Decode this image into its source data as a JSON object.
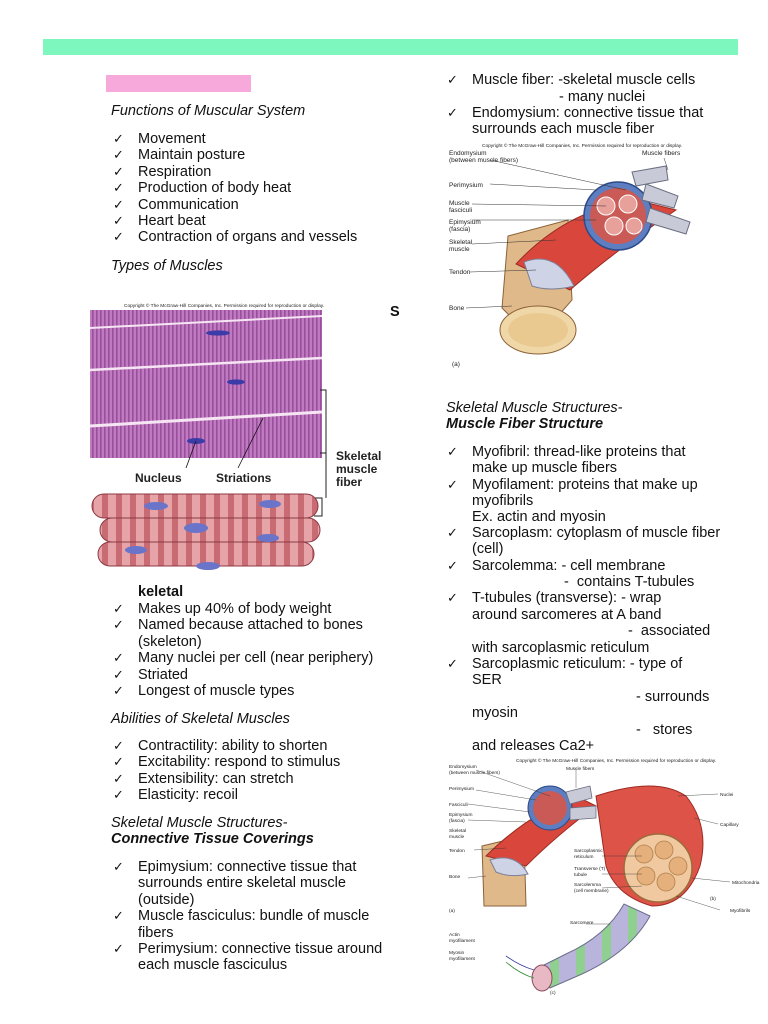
{
  "header": {
    "bar_color": "#7ef7bf",
    "highlight_color": "#f7a9dc"
  },
  "left": {
    "functions_title": "Functions of Muscular System",
    "functions": [
      "Movement",
      "Maintain posture",
      "Respiration",
      "Production of body heat",
      "Communication",
      "Heart beat",
      "Contraction of organs and vessels"
    ],
    "types_title": "Types of Muscles",
    "s_letter": "S",
    "micrograph": {
      "copyright": "Copyright © The McGraw-Hill Companies, Inc. Permission required for reproduction or display.",
      "nucleus": "Nucleus",
      "striations": "Striations",
      "fiber_label_1": "Skeletal",
      "fiber_label_2": "muscle",
      "fiber_label_3": "fiber"
    },
    "skeletal_title": "keletal",
    "skeletal_items": [
      "Makes up 40% of body weight",
      "Named because attached to bones (skeleton)",
      "Many nuclei per cell (near periphery)",
      "Striated",
      "Longest of muscle types"
    ],
    "abilities_title": "Abilities of Skeletal Muscles",
    "abilities": [
      "Contractility: ability to shorten",
      "Excitability: respond to stimulus",
      "Extensibility: can stretch",
      "Elasticity: recoil"
    ],
    "structures_title": "Skeletal Muscle Structures-",
    "connective_title": "Connective Tissue Coverings",
    "connective": [
      "Epimysium: connective tissue that surrounds entire skeletal muscle (outside)",
      "Muscle fasciculus: bundle of muscle fibers",
      "Perimysium: connective tissue around each muscle fasciculus"
    ]
  },
  "right": {
    "muscle_fiber_1": "Muscle fiber: -skeletal muscle cells",
    "muscle_fiber_2": "- many nuclei",
    "endomysium": "Endomysium: connective tissue that surrounds each muscle fiber",
    "fig1": {
      "copyright": "Copyright © The McGraw-Hill Companies, Inc. Permission required for reproduction or display.",
      "endomysium_1": "Endomysium",
      "endomysium_2": "(between muscle fibers)",
      "muscle_fibers": "Muscle fibers",
      "perimysium": "Perimysium",
      "fasciculi_1": "Muscle",
      "fasciculi_2": "fasciculi",
      "epimysium_1": "Epimysium",
      "epimysium_2": "(fascia)",
      "skeletal_1": "Skeletal",
      "skeletal_2": "muscle",
      "tendon": "Tendon",
      "bone": "Bone",
      "panel": "(a)"
    },
    "fiber_title_1": "Skeletal Muscle Structures-",
    "fiber_title_2": "Muscle Fiber Structure",
    "myofibril": "Myofibril: thread-like proteins that make up muscle fibers",
    "myofilament": "Myofilament: proteins that make up myofibrils",
    "myofilament_ex": "Ex. actin and myosin",
    "sarcoplasm": "Sarcoplasm: cytoplasm of muscle fiber (cell)",
    "sarcolemma_1": "Sarcolemma: -  cell membrane",
    "sarcolemma_2": "-  contains T-tubules",
    "ttubules_1": "T-tubules (transverse): -  wrap",
    "ttubules_2": "around sarcomeres at A band",
    "ttubules_3": "-  associated",
    "ttubules_4": "with sarcoplasmic reticulum",
    "sr_1": "Sarcoplasmic reticulum: - type of",
    "sr_2": "SER",
    "sr_3": "- surrounds",
    "sr_4": "myosin",
    "sr_5": "-   stores",
    "sr_6": "and releases Ca2+",
    "fig2": {
      "copyright": "Copyright © The McGraw-Hill Companies, Inc. Permission required for reproduction or display.",
      "endomysium_1": "Endomysium",
      "endomysium_2": "(between muscle fibers)",
      "muscle_fibers": "Muscle fibers",
      "perimysium": "Perimysium",
      "fasciculi": "Fasciculi",
      "epimysium_1": "Epimysium",
      "epimysium_2": "(fascia)",
      "skeletal_1": "Skeletal",
      "skeletal_2": "muscle",
      "tendon": "Tendon",
      "bone": "Bone",
      "panel_a": "(a)",
      "nuclei": "Nuclei",
      "capillary": "Capillary",
      "sr_1": "Sarcoplasmic",
      "sr_2": "reticulum",
      "tt_1": "Transverse (T)",
      "tt_2": "tubule",
      "sl_1": "Sarcolemma",
      "sl_2": "(cell membrane)",
      "mito": "Mitochondria",
      "panel_b": "(b)",
      "myofibrils": "Myofibrils",
      "sarcomere": "Sarcomere",
      "actin_1": "Actin",
      "actin_2": "myofilament",
      "myosin_1": "Myosin",
      "myosin_2": "myofilament",
      "panel_c": "(c)"
    }
  }
}
